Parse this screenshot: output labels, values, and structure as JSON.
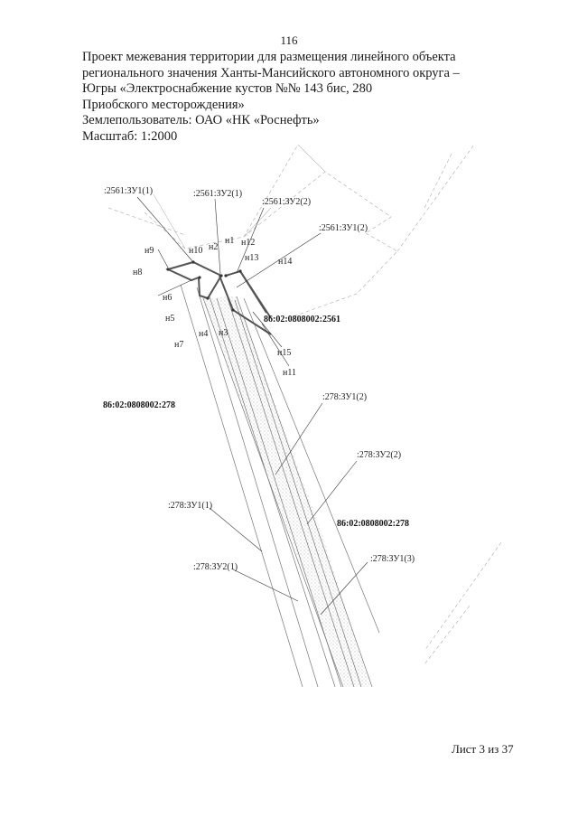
{
  "page_number": "116",
  "header": {
    "line1": "Проект межевания территории для размещения линейного объекта",
    "line2": "регионального значения Ханты-Мансийского автономного округа –",
    "line3": "Югры «Электроснабжение кустов №№ 143 бис, 280",
    "line4": "Приобского месторождения»",
    "landuser": "Землепользователь: ОАО «НК «Роснефть»",
    "scale": "Масштаб: 1:2000"
  },
  "map": {
    "parcel_labels": {
      "zu2561_1_1": ":2561:ЗУ1(1)",
      "zu2561_2_1": ":2561:ЗУ2(1)",
      "zu2561_2_2": ":2561:ЗУ2(2)",
      "zu2561_1_2": ":2561:ЗУ1(2)",
      "parcel_2561": "86:02:0808002:2561",
      "parcel_278_left": "86:02:0808002:278",
      "zu278_1_2": ":278:ЗУ1(2)",
      "zu278_2_2": ":278:ЗУ2(2)",
      "zu278_1_1": ":278:ЗУ1(1)",
      "parcel_278_right": "86:02:0808002:278",
      "zu278_1_3": ":278:ЗУ1(3)",
      "zu278_2_1": ":278:ЗУ2(1)"
    },
    "points": {
      "n1": "н1",
      "n2": "н2",
      "n3": "н3",
      "n4": "н4",
      "n5": "н5",
      "n6": "н6",
      "n7": "н7",
      "n8": "н8",
      "n9": "н9",
      "n10": "н10",
      "n11": "н11",
      "n12": "н12",
      "n13": "н13",
      "n14": "н14",
      "n15": "н15"
    }
  },
  "footer": {
    "sheet": "Лист 3 из 37"
  }
}
